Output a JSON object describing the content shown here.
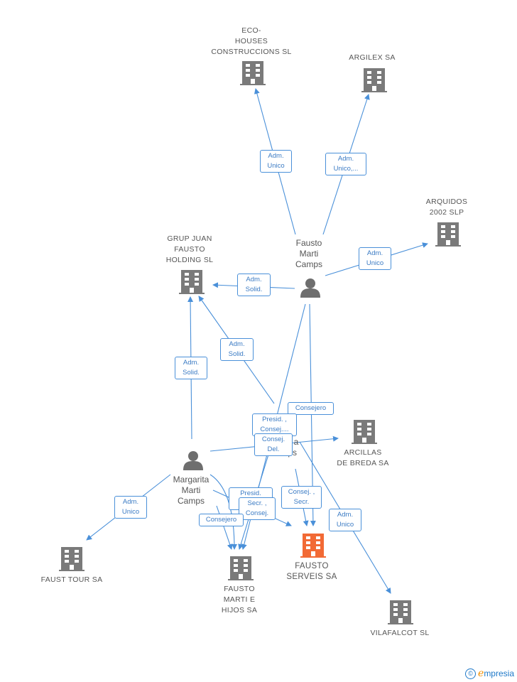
{
  "colors": {
    "edge": "#4a90d9",
    "company": "#7a7a7a",
    "highlight": "#f26a35",
    "person": "#6e6e6e"
  },
  "companies": {
    "eco_houses": {
      "label": [
        "ECO-",
        "HOUSES",
        "CONSTRUCCIONS SL"
      ]
    },
    "argilex": {
      "label": [
        "ARGILEX SA"
      ]
    },
    "arquidos": {
      "label": [
        "ARQUIDOS",
        "2002 SLP"
      ]
    },
    "grup_juan": {
      "label": [
        "GRUP JUAN",
        "FAUSTO",
        "HOLDING SL"
      ]
    },
    "arcillas": {
      "label": [
        "ARCILLAS",
        "DE BREDA SA"
      ]
    },
    "faust_tour": {
      "label": [
        "FAUST TOUR SA"
      ]
    },
    "fausto_marti_hijos": {
      "label": [
        "FAUSTO",
        "MARTI E",
        "HIJOS SA"
      ]
    },
    "fausto_serveis": {
      "label": [
        "FAUSTO",
        "SERVEIS SA"
      ]
    },
    "vilafalcot": {
      "label": [
        "VILAFALCOT SL"
      ]
    }
  },
  "persons": {
    "fausto": {
      "label": [
        "Fausto",
        "Marti",
        "Camps"
      ]
    },
    "margarita": {
      "label": [
        "Margarita",
        "Marti",
        "Camps"
      ]
    },
    "hidden": {
      "label": [
        "a",
        "Camps"
      ]
    }
  },
  "roles": {
    "r1": [
      "Adm.",
      "Unico"
    ],
    "r2": [
      "Adm.",
      "Unico,..."
    ],
    "r3": [
      "Adm.",
      "Unico"
    ],
    "r4": [
      "Adm.",
      "Solid."
    ],
    "r5": [
      "Adm.",
      "Solid."
    ],
    "r6": [
      "Adm.",
      "Solid."
    ],
    "r7": [
      "Consejero"
    ],
    "r8": [
      "Presid. ,",
      "Consej...."
    ],
    "r9": [
      "Consej.",
      "Del."
    ],
    "r10": [
      "Adm.",
      "Unico"
    ],
    "r11": [
      "Presid.",
      "C"
    ],
    "r12": [
      "Secr. ,",
      "Consej."
    ],
    "r13": [
      "Consej. ,",
      "Secr."
    ],
    "r14": [
      "Consejero"
    ],
    "r15": [
      "Adm.",
      "Unico"
    ]
  },
  "brand": {
    "copyright": "©",
    "name": "mpresia",
    "initial": "e"
  }
}
